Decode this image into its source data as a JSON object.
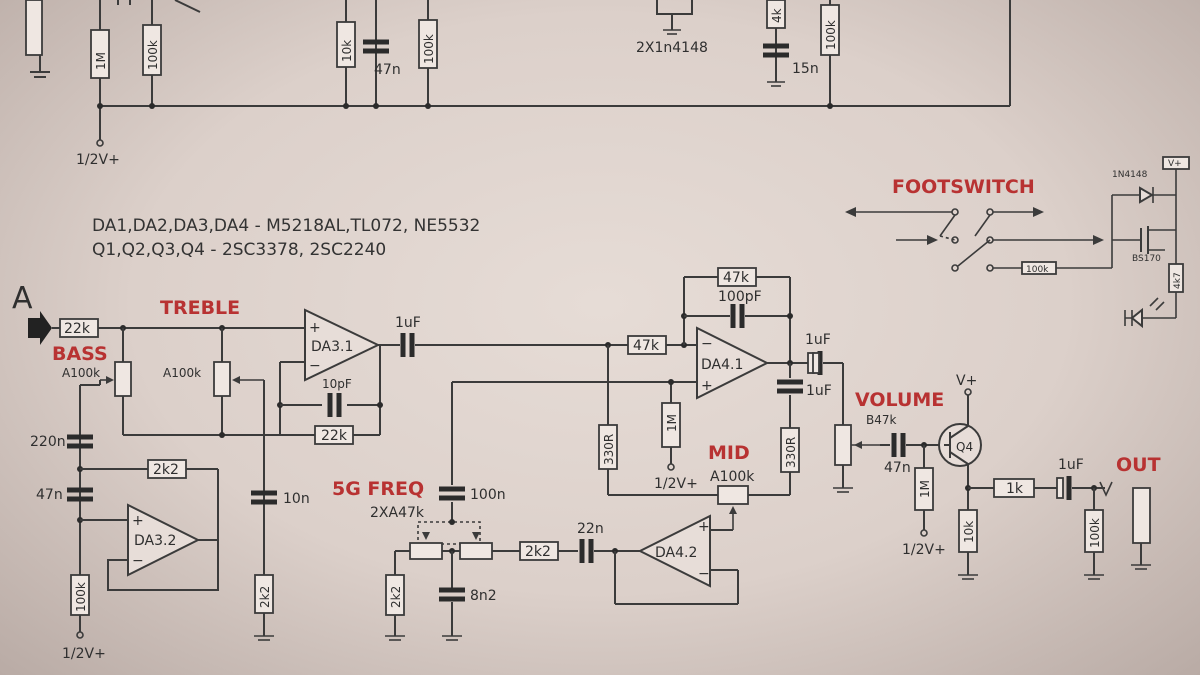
{
  "notes": {
    "line1": "DA1,DA2,DA3,DA4 - M5218AL,TL072, NE5532",
    "line2": "Q1,Q2,Q3,Q4 - 2SC3378, 2SC2240"
  },
  "section_labels": {
    "treble": "TREBLE",
    "bass": "BASS",
    "footswitch": "FOOTSWITCH",
    "mid": "MID",
    "volume": "VOLUME",
    "freq": "5G FREQ",
    "out": "OUT",
    "input": "A"
  },
  "opamps": {
    "da31": "DA3.1",
    "da32": "DA3.2",
    "da41": "DA4.1",
    "da42": "DA4.2"
  },
  "transistor": "Q4",
  "supply": {
    "half_vplus": "1/2V+",
    "vplus": "V+"
  },
  "top_labels": {
    "r_1m": "1M",
    "r_100k_a": "100k",
    "r_10k": "10k",
    "c_47n": "47n",
    "r_100k_b": "100k",
    "diodes": "2X1n4148",
    "r_4k": "4k",
    "c_15n": "15n",
    "r_100k_c": "100k",
    "half_vplus": "1/2V+"
  },
  "components": {
    "r_in": "22k",
    "pot_bass": "A100k",
    "pot_treble": "A100k",
    "c_220n": "220n",
    "c_47n": "47n",
    "r_2k2_fb": "2k2",
    "r_100k_bias": "100k",
    "c_10p": "10pF",
    "r_22k_fb": "22k",
    "c_10n": "10n",
    "r_2k2_gnd": "2k2",
    "c_1uf_a": "1uF",
    "r_47k_in": "47k",
    "r_47k_fb": "47k",
    "c_100pf": "100pF",
    "c_1uf_b": "1uF",
    "c_1uf_c": "1uF",
    "r_330r_a": "330R",
    "r_1m_mid": "1M",
    "r_330r_b": "330R",
    "pot_mid": "A100k",
    "c_100n": "100n",
    "pot_freq": "2XA47k",
    "r_2k2_freq": "2k2",
    "r_2k2_series": "2k2",
    "c_22n": "22n",
    "c_8n2": "8n2",
    "pot_volume": "B47k",
    "c_47n_vol": "47n",
    "r_1m_vol": "1M",
    "r_10k_emit": "10k",
    "r_1k_out": "1k",
    "c_1uf_out": "1uF",
    "r_100k_out": "100k",
    "fs_diode": "1N4148",
    "fs_mosfet": "BS170",
    "fs_res": "100k",
    "fs_res2": "4k7",
    "fs_supply": "V+"
  }
}
